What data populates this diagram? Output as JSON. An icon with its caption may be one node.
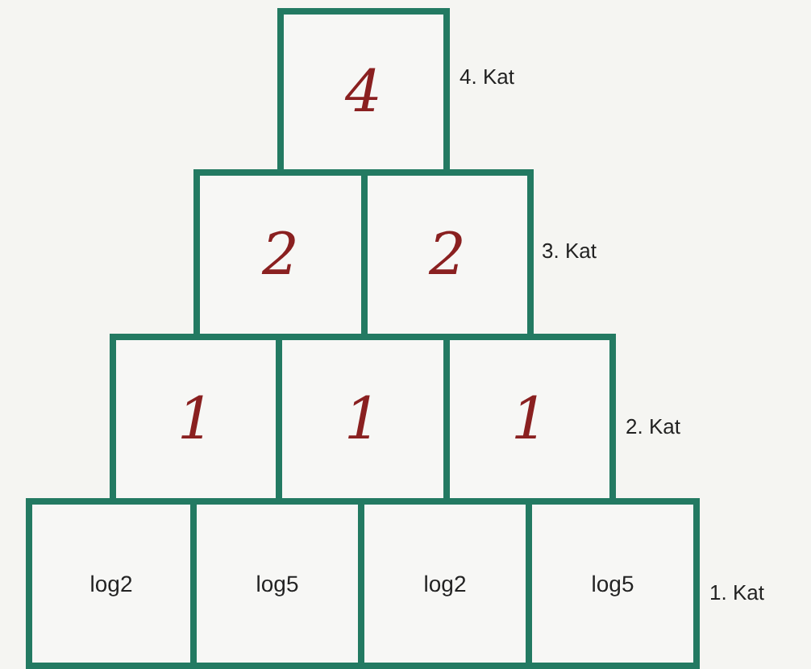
{
  "diagram": {
    "nodes": [
      {
        "text": [
          "4"
        ]
      },
      {
        "text": [
          "2"
        ]
      },
      {
        "text": [
          "2"
        ]
      },
      {
        "text": [
          "1"
        ]
      },
      {
        "text": [
          "1"
        ]
      },
      {
        "text": [
          "1"
        ]
      },
      {
        "text": [
          "log2"
        ]
      },
      {
        "text": [
          "log5"
        ]
      },
      {
        "text": [
          "log2"
        ]
      },
      {
        "text": [
          "log5"
        ]
      }
    ],
    "labels": [
      "4. Kat",
      "3. Kat",
      "2. Kat",
      "1. Kat"
    ]
  }
}
